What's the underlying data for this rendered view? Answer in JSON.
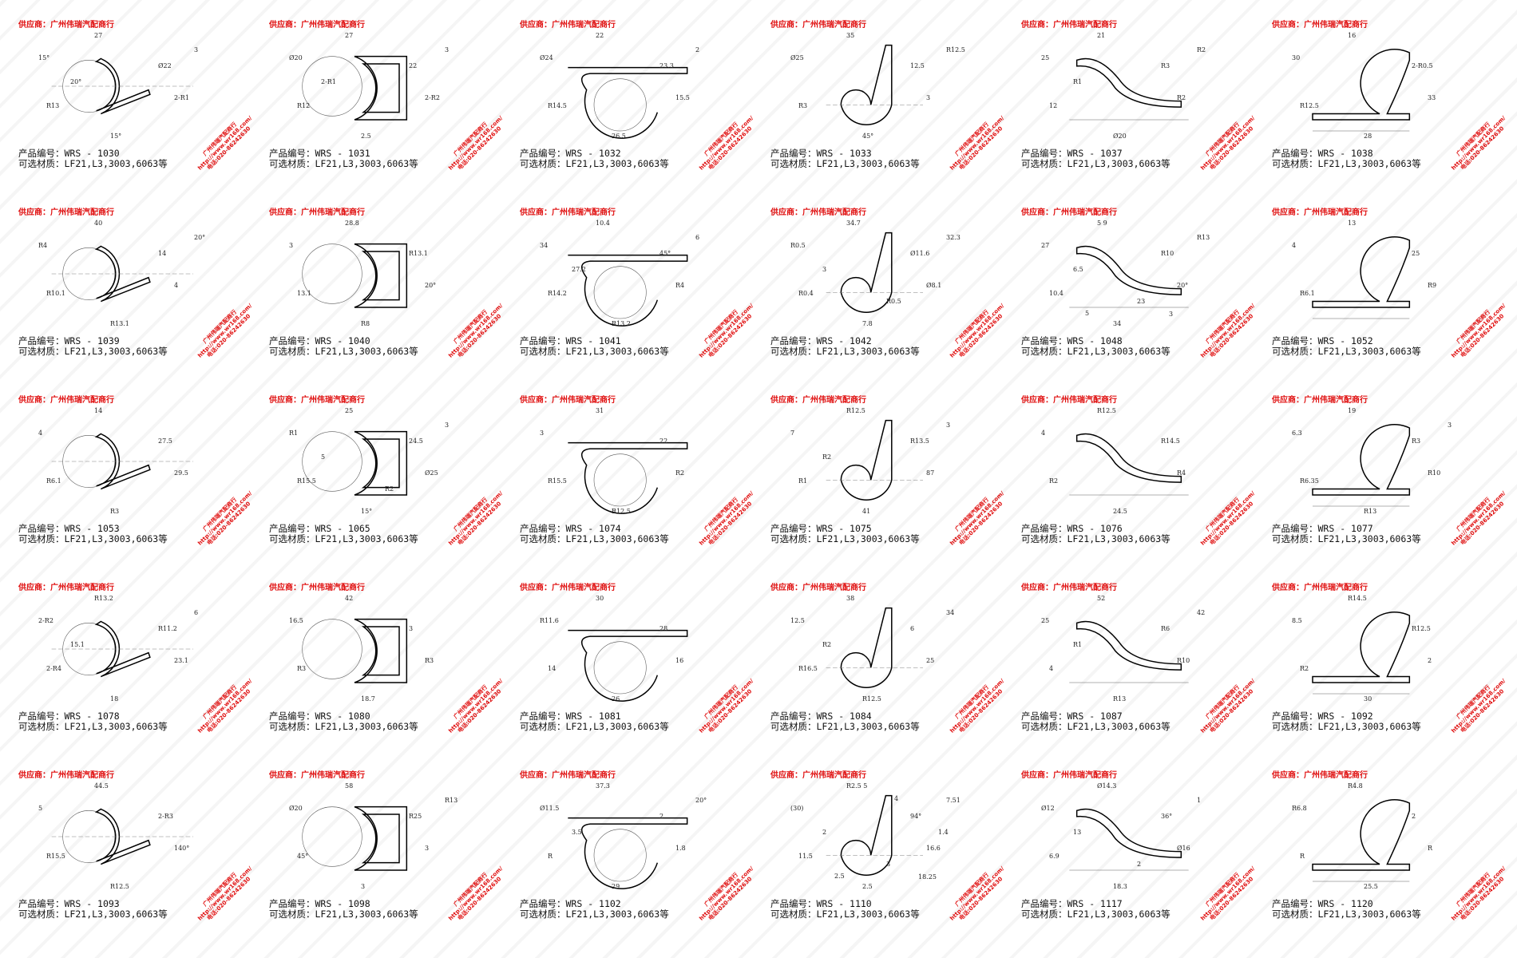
{
  "supplier_label": "供应商：广州伟瑞汽配商行",
  "product_prefix": "产品编号：",
  "material_prefix": "可选材质：",
  "stamp": {
    "name": "广州伟瑞汽配商行",
    "url": "http://www.wr168.com/",
    "phone": "电话:020-86242630"
  },
  "products": [
    {
      "code": "WRS - 1030",
      "materials": "LF21,L3,3003,6063等",
      "dims": [
        "27",
        "15°",
        "Ø22",
        "R13",
        "2-R1",
        "15°",
        "3",
        "20°"
      ]
    },
    {
      "code": "WRS - 1031",
      "materials": "LF21,L3,3003,6063等",
      "dims": [
        "27",
        "Ø20",
        "22",
        "R12",
        "2-R2",
        "2.5",
        "3",
        "2-R1"
      ]
    },
    {
      "code": "WRS - 1032",
      "materials": "LF21,L3,3003,6063等",
      "dims": [
        "22",
        "Ø24",
        "23.3",
        "R14.5",
        "15.5",
        "26.5",
        "2"
      ]
    },
    {
      "code": "WRS - 1033",
      "materials": "LF21,L3,3003,6063等",
      "dims": [
        "35",
        "Ø25",
        "12.5",
        "R3",
        "3",
        "45°",
        "R12.5"
      ]
    },
    {
      "code": "WRS - 1037",
      "materials": "LF21,L3,3003,6063等",
      "dims": [
        "21",
        "25",
        "R3",
        "12",
        "R2",
        "Ø20",
        "R2",
        "R1"
      ]
    },
    {
      "code": "WRS - 1038",
      "materials": "LF21,L3,3003,6063等",
      "dims": [
        "16",
        "30",
        "2-R0.5",
        "R12.5",
        "33",
        "28"
      ]
    },
    {
      "code": "WRS - 1039",
      "materials": "LF21,L3,3003,6063等",
      "dims": [
        "40",
        "R4",
        "14",
        "R10.1",
        "4",
        "R13.1",
        "20°"
      ]
    },
    {
      "code": "WRS - 1040",
      "materials": "LF21,L3,3003,6063等",
      "dims": [
        "28.8",
        "3",
        "R13.1",
        "13.1",
        "20°",
        "R8"
      ]
    },
    {
      "code": "WRS - 1041",
      "materials": "LF21,L3,3003,6063等",
      "dims": [
        "10.4",
        "34",
        "45°",
        "R14.2",
        "R4",
        "R13.2",
        "6",
        "27.2"
      ]
    },
    {
      "code": "WRS - 1042",
      "materials": "LF21,L3,3003,6063等",
      "dims": [
        "34.7",
        "R0.5",
        "Ø11.6",
        "R0.4",
        "Ø8.1",
        "7.8",
        "32.3",
        "3",
        "R0.5"
      ]
    },
    {
      "code": "WRS - 1048",
      "materials": "LF21,L3,3003,6063等",
      "dims": [
        "5  9",
        "27",
        "R10",
        "10.4",
        "20°",
        "34",
        "R13",
        "6.5",
        "23",
        "3",
        "5"
      ]
    },
    {
      "code": "WRS - 1052",
      "materials": "LF21,L3,3003,6063等",
      "dims": [
        "13",
        "4",
        "25",
        "R6.1",
        "R9"
      ]
    },
    {
      "code": "WRS - 1053",
      "materials": "LF21,L3,3003,6063等",
      "dims": [
        "14",
        "4",
        "27.5",
        "R6.1",
        "29.5",
        "R3"
      ]
    },
    {
      "code": "WRS - 1065",
      "materials": "LF21,L3,3003,6063等",
      "dims": [
        "25",
        "R1",
        "24.5",
        "R15.5",
        "Ø25",
        "15°",
        "3",
        "5",
        "R2"
      ]
    },
    {
      "code": "WRS - 1074",
      "materials": "LF21,L3,3003,6063等",
      "dims": [
        "31",
        "3",
        "22",
        "R15.5",
        "R2",
        "R12.5"
      ]
    },
    {
      "code": "WRS - 1075",
      "materials": "LF21,L3,3003,6063等",
      "dims": [
        "R12.5",
        "7",
        "R13.5",
        "R1",
        "87",
        "41",
        "3",
        "R2"
      ]
    },
    {
      "code": "WRS - 1076",
      "materials": "LF21,L3,3003,6063等",
      "dims": [
        "R12.5",
        "4",
        "R14.5",
        "R2",
        "R4",
        "24.5"
      ]
    },
    {
      "code": "WRS - 1077",
      "materials": "LF21,L3,3003,6063等",
      "dims": [
        "19",
        "6.3",
        "R3",
        "R6.35",
        "R10",
        "R13",
        "3"
      ]
    },
    {
      "code": "WRS - 1078",
      "materials": "LF21,L3,3003,6063等",
      "dims": [
        "R13.2",
        "2-R2",
        "R11.2",
        "2-R4",
        "23.1",
        "18",
        "6",
        "15.1"
      ]
    },
    {
      "code": "WRS - 1080",
      "materials": "LF21,L3,3003,6063等",
      "dims": [
        "42",
        "16.5",
        "3",
        "R3",
        "R3",
        "18.7"
      ]
    },
    {
      "code": "WRS - 1081",
      "materials": "LF21,L3,3003,6063等",
      "dims": [
        "30",
        "R11.6",
        "28",
        "14",
        "16",
        "26"
      ]
    },
    {
      "code": "WRS - 1084",
      "materials": "LF21,L3,3003,6063等",
      "dims": [
        "38",
        "12.5",
        "6",
        "R16.5",
        "25",
        "R12.5",
        "34",
        "R2"
      ]
    },
    {
      "code": "WRS - 1087",
      "materials": "LF21,L3,3003,6063等",
      "dims": [
        "52",
        "25",
        "R6",
        "4",
        "R10",
        "R13",
        "42",
        "R1"
      ]
    },
    {
      "code": "WRS - 1092",
      "materials": "LF21,L3,3003,6063等",
      "dims": [
        "R14.5",
        "8.5",
        "R12.5",
        "R2",
        "2",
        "30"
      ]
    },
    {
      "code": "WRS - 1093",
      "materials": "LF21,L3,3003,6063等",
      "dims": [
        "44.5",
        "5",
        "2-R3",
        "R15.5",
        "140°",
        "R12.5"
      ]
    },
    {
      "code": "WRS - 1098",
      "materials": "LF21,L3,3003,6063等",
      "dims": [
        "58",
        "Ø20",
        "R25",
        "45°",
        "3",
        "3",
        "R13"
      ]
    },
    {
      "code": "WRS - 1102",
      "materials": "LF21,L3,3003,6063等",
      "dims": [
        "37.3",
        "Ø11.5",
        "2",
        "R",
        "1.8",
        "29",
        "20°",
        "3.5"
      ]
    },
    {
      "code": "WRS - 1110",
      "materials": "LF21,L3,3003,6063等",
      "dims": [
        "R2.5  5",
        "(30)",
        "94°",
        "11.5",
        "16.6",
        "2.5",
        "7.51",
        "2",
        "3",
        "18.25",
        "2.5",
        "4",
        "1.4"
      ]
    },
    {
      "code": "WRS - 1117",
      "materials": "LF21,L3,3003,6063等",
      "dims": [
        "Ø14.3",
        "Ø12",
        "36°",
        "6.9",
        "Ø16",
        "18.3",
        "1",
        "13",
        "2"
      ]
    },
    {
      "code": "WRS - 1120",
      "materials": "LF21,L3,3003,6063等",
      "dims": [
        "R4.8",
        "R6.8",
        "2",
        "R",
        "R",
        "25.5"
      ]
    }
  ]
}
